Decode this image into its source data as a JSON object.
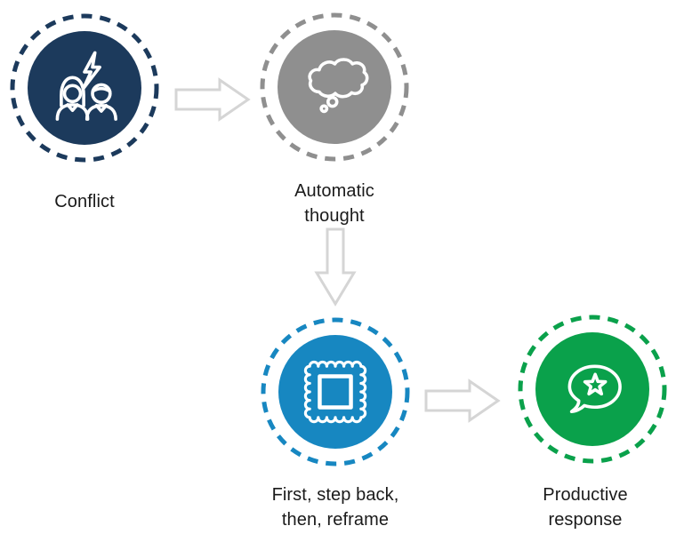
{
  "diagram": {
    "background": "#ffffff",
    "icon_stroke": "#ffffff",
    "arrow_color": "#d5d5d5",
    "label_color": "#1a1a1a",
    "nodes": [
      {
        "label": "Conflict",
        "color": "#1c3a5c",
        "icon": "conflict-people-lightning-icon"
      },
      {
        "label": "Automatic\nthought",
        "color": "#8f8f8f",
        "icon": "thought-cloud-icon"
      },
      {
        "label": "First, step back,\nthen, reframe",
        "color": "#1787c1",
        "icon": "framed-picture-stamp-icon"
      },
      {
        "label": "Productive\nresponse",
        "color": "#0aa14b",
        "icon": "speech-bubble-star-icon"
      }
    ],
    "connectors": [
      {
        "from": "Conflict",
        "to": "Automatic thought",
        "direction": "right"
      },
      {
        "from": "Automatic thought",
        "to": "First, step back, then, reframe",
        "direction": "down"
      },
      {
        "from": "First, step back, then, reframe",
        "to": "Productive response",
        "direction": "right"
      }
    ]
  }
}
